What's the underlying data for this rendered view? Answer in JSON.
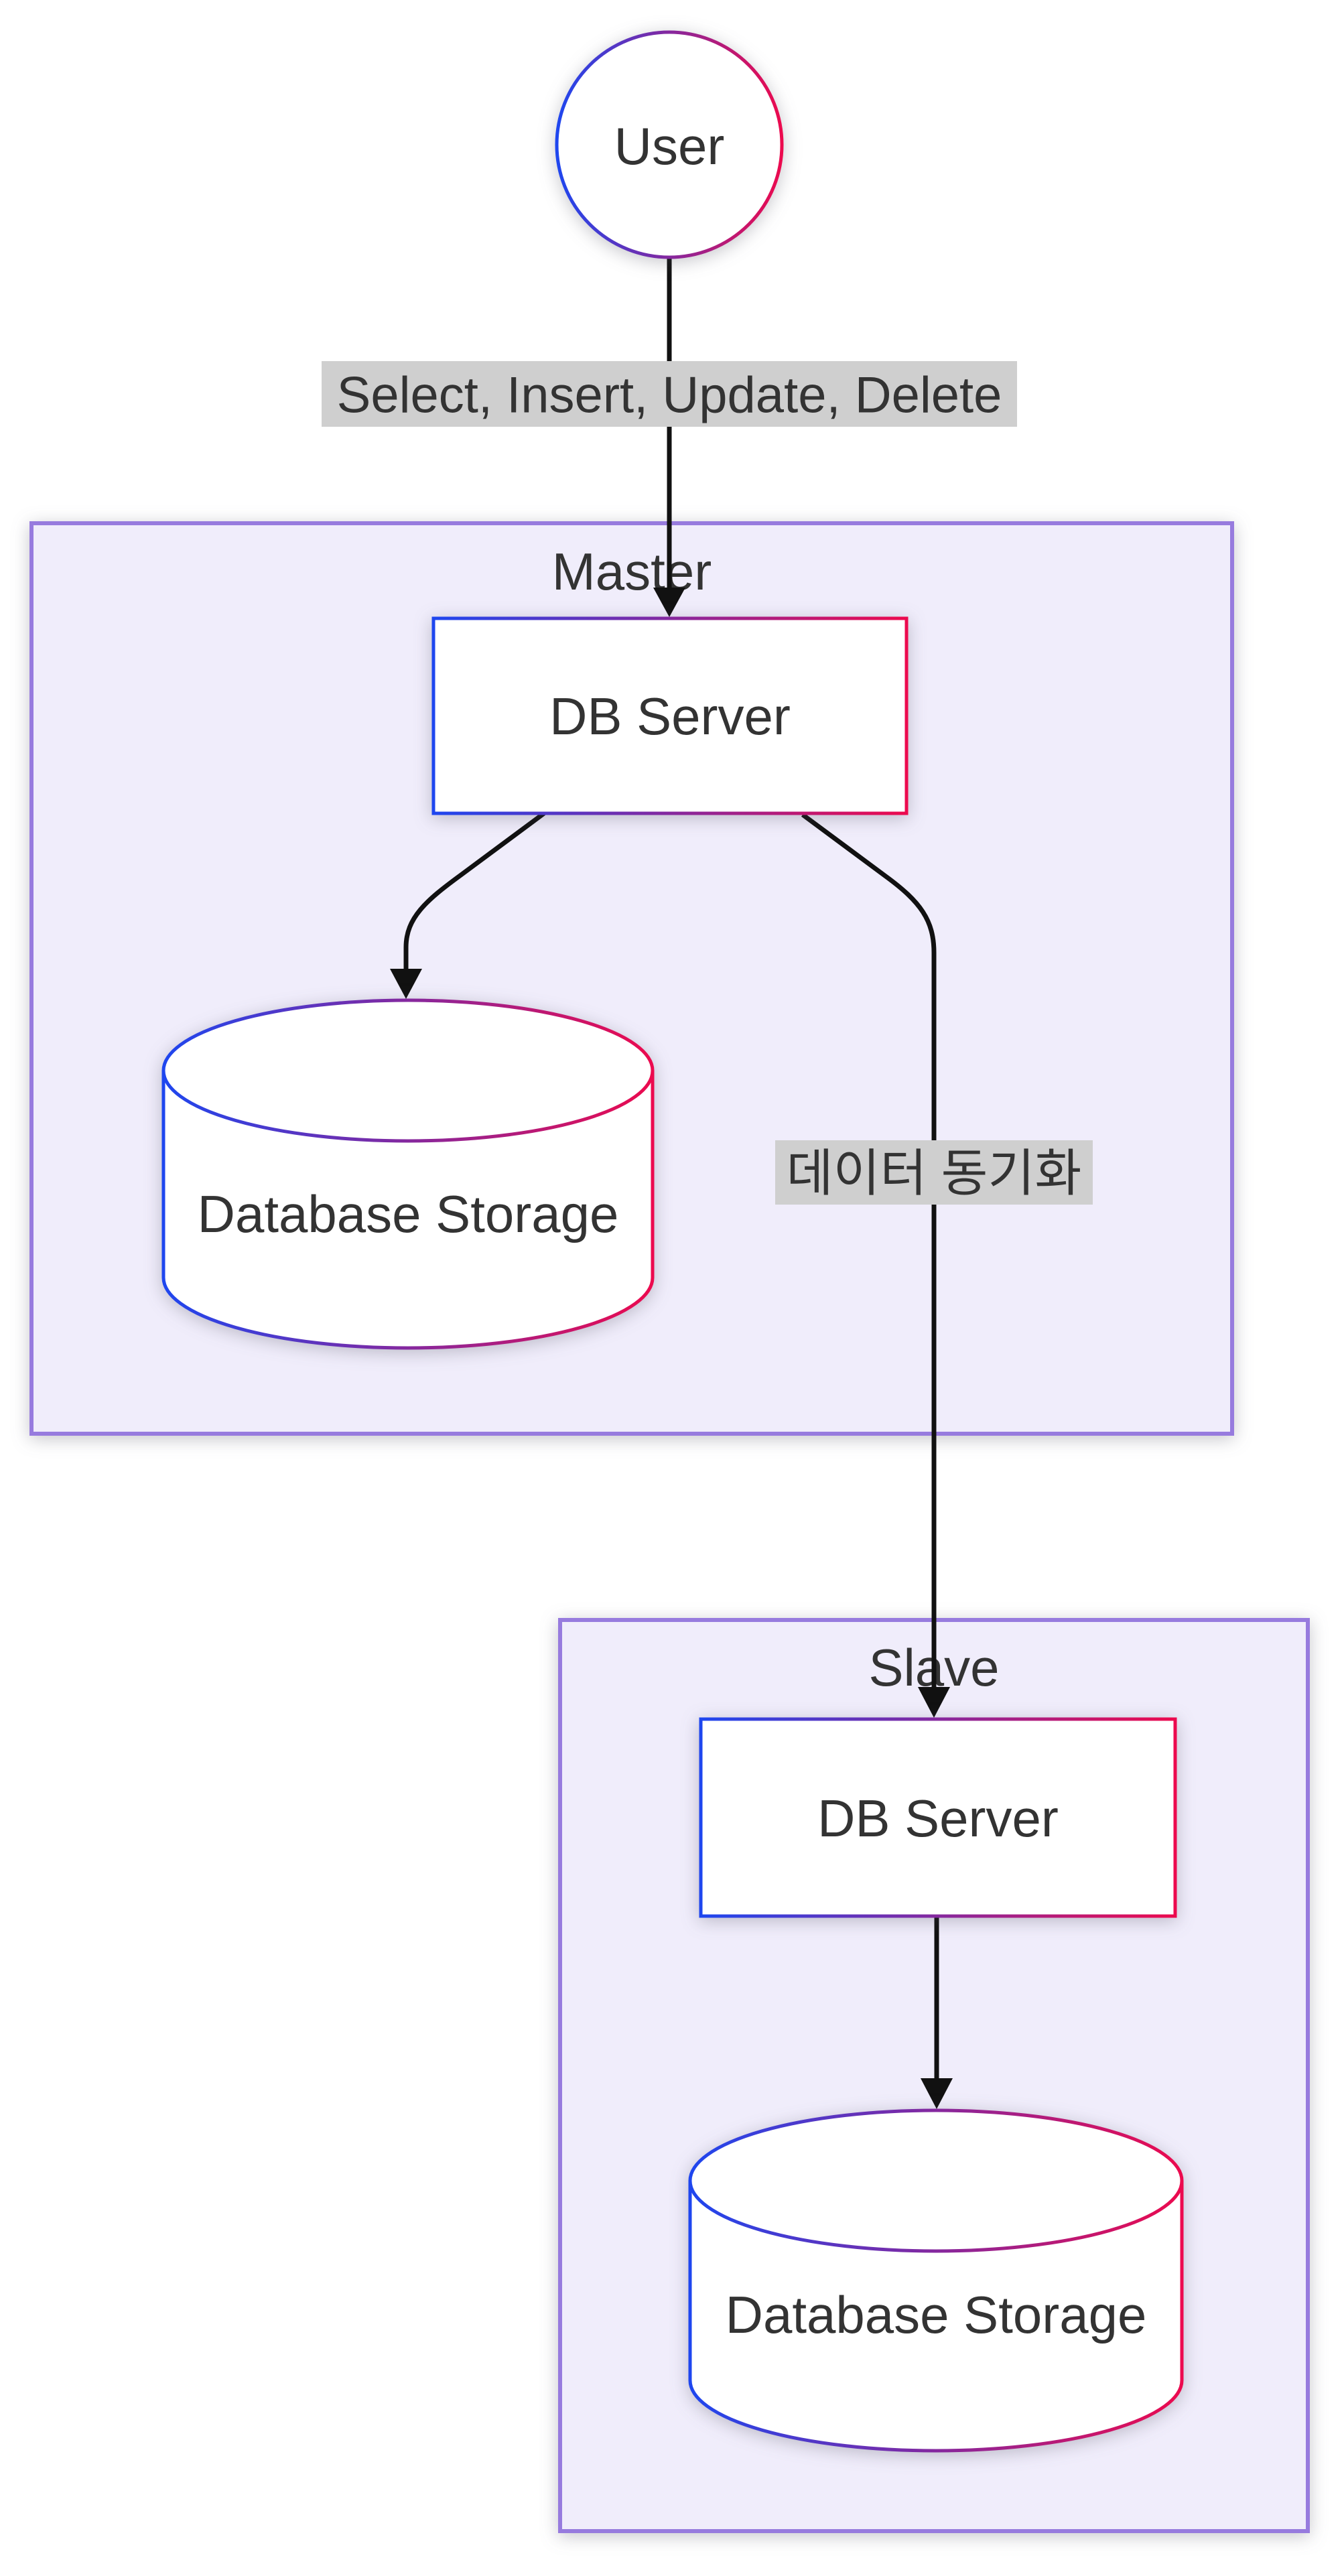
{
  "diagram": {
    "kind": "flowchart",
    "nodes": {
      "user": {
        "label": "User",
        "shape": "circle"
      },
      "master_db_server": {
        "label": "DB Server",
        "shape": "rectangle"
      },
      "master_storage": {
        "label": "Database Storage",
        "shape": "cylinder"
      },
      "slave_db_server": {
        "label": "DB Server",
        "shape": "rectangle"
      },
      "slave_storage": {
        "label": "Database Storage",
        "shape": "cylinder"
      }
    },
    "clusters": {
      "master": {
        "label": "Master"
      },
      "slave": {
        "label": "Slave"
      }
    },
    "edges": [
      {
        "from": "user",
        "to": "master_db_server",
        "label": "Select, Insert, Update, Delete"
      },
      {
        "from": "master_db_server",
        "to": "master_storage",
        "label": ""
      },
      {
        "from": "master_db_server",
        "to": "slave_db_server",
        "label": "데이터 동기화"
      },
      {
        "from": "slave_db_server",
        "to": "slave_storage",
        "label": ""
      }
    ],
    "colors": {
      "node_border_gradient_start": "#1E46EF",
      "node_border_gradient_end": "#EC0A4E",
      "node_fill": "#FFFFFF",
      "cluster_fill": "#F0EDFB",
      "cluster_border": "#977BDE",
      "edge_label_background": "#CFCFCF",
      "edge_line": "#111111",
      "text": "#333333",
      "background": "#FFFFFF"
    }
  }
}
